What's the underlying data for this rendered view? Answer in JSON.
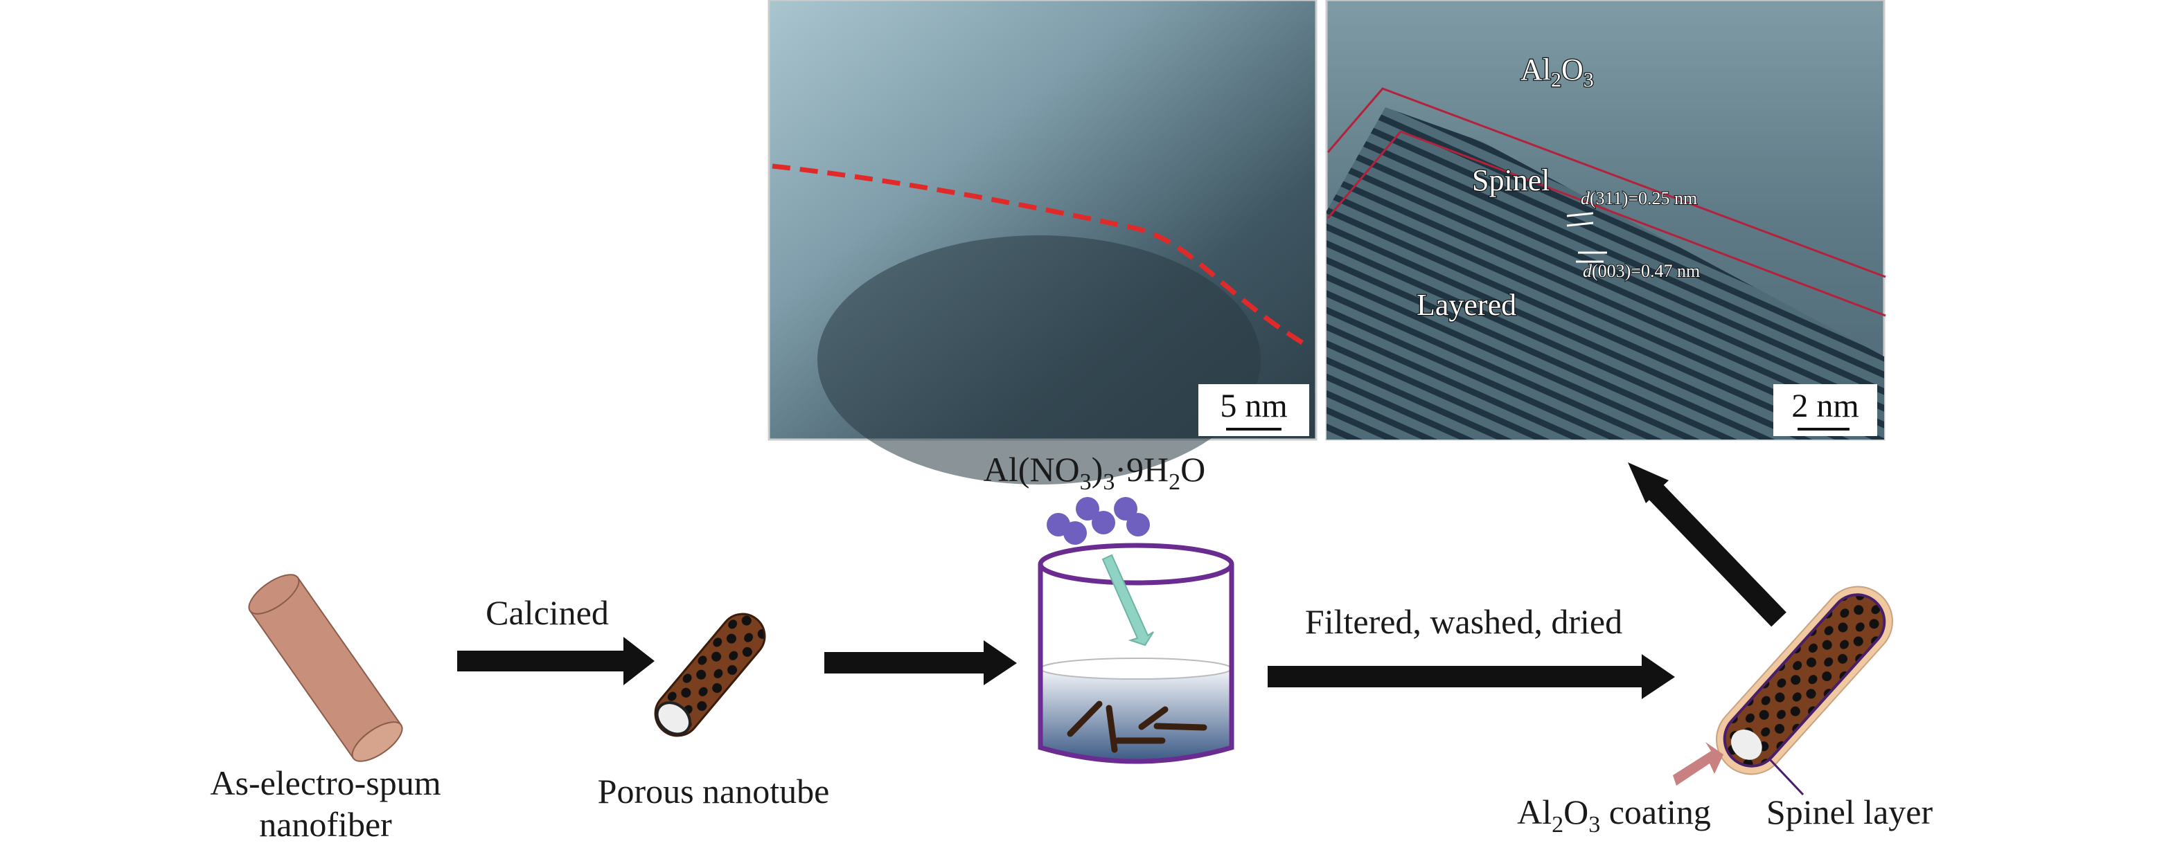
{
  "panels": {
    "tem_left": {
      "scale_bar": "5 nm"
    },
    "tem_right": {
      "label_coating": {
        "a": "Al",
        "s1": "2",
        "b": "O",
        "s2": "3"
      },
      "label_spinel": "Spinel",
      "label_layered": "Layered",
      "d311": {
        "d": "d",
        "rest": "(311)=0.25 nm"
      },
      "d003": {
        "d": "d",
        "rest": "(003)=0.47 nm"
      },
      "scale_bar": "2 nm"
    }
  },
  "steps": {
    "nanofiber": {
      "line1": "As-electro-spum",
      "line2": "nanofiber"
    },
    "calcined": "Calcined",
    "nanotube": "Porous nanotube",
    "reagent": {
      "a": "Al(NO",
      "s1": "3",
      "b": ")",
      "s2": "3",
      "c": "·9H",
      "s3": "2",
      "d": "O"
    },
    "process": "Filtered, washed, dried",
    "coating": {
      "a": "Al",
      "s1": "2",
      "b": "O",
      "s2": "3",
      "c": " coating"
    },
    "spinel_layer": "Spinel layer"
  },
  "colors": {
    "fiber": "#c8907a",
    "tube": "#5a2e1a",
    "beaker": "#6a2c91",
    "particles": "#6f5fbf",
    "drop_arrow": "#8fd3c5",
    "coating": "#f0c9a0",
    "coating_arrow": "#c98080",
    "interface": "#e02a2a"
  }
}
